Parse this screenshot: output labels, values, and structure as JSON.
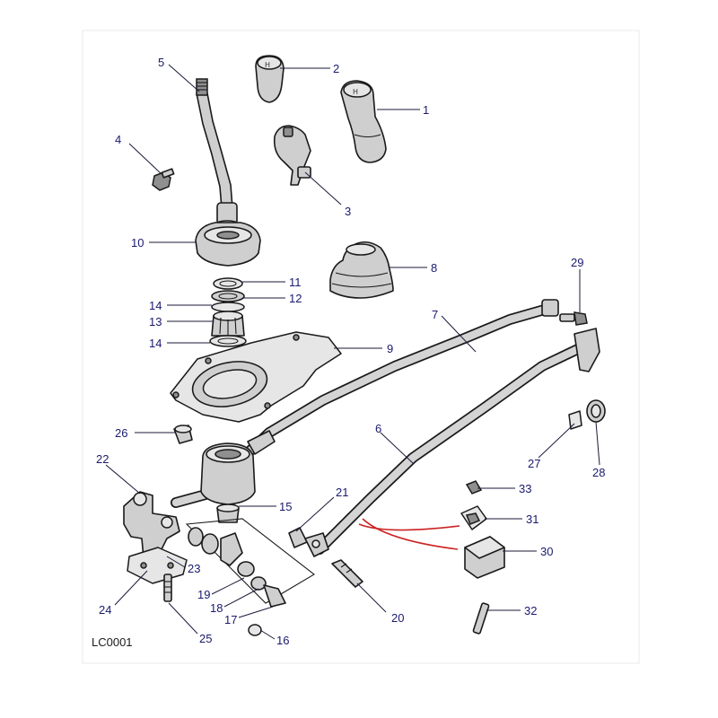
{
  "diagram_code": "LC0001",
  "colors": {
    "label": "#1a1a6e",
    "callout_line": "#1a1a3a",
    "accent_cable": "#cc2222",
    "part_fill": "#cfcfcf",
    "outline": "#1a1a1a"
  },
  "callouts": [
    {
      "number": "1"
    },
    {
      "number": "2"
    },
    {
      "number": "3"
    },
    {
      "number": "4"
    },
    {
      "number": "5"
    },
    {
      "number": "6"
    },
    {
      "number": "7"
    },
    {
      "number": "8"
    },
    {
      "number": "9"
    },
    {
      "number": "10"
    },
    {
      "number": "11"
    },
    {
      "number": "12"
    },
    {
      "number": "13"
    },
    {
      "number": "14"
    },
    {
      "number": "14"
    },
    {
      "number": "15"
    },
    {
      "number": "16"
    },
    {
      "number": "17"
    },
    {
      "number": "18"
    },
    {
      "number": "19"
    },
    {
      "number": "20"
    },
    {
      "number": "21"
    },
    {
      "number": "22"
    },
    {
      "number": "23"
    },
    {
      "number": "24"
    },
    {
      "number": "25"
    },
    {
      "number": "26"
    },
    {
      "number": "27"
    },
    {
      "number": "28"
    },
    {
      "number": "29"
    },
    {
      "number": "30"
    },
    {
      "number": "31"
    },
    {
      "number": "32"
    },
    {
      "number": "33"
    }
  ]
}
